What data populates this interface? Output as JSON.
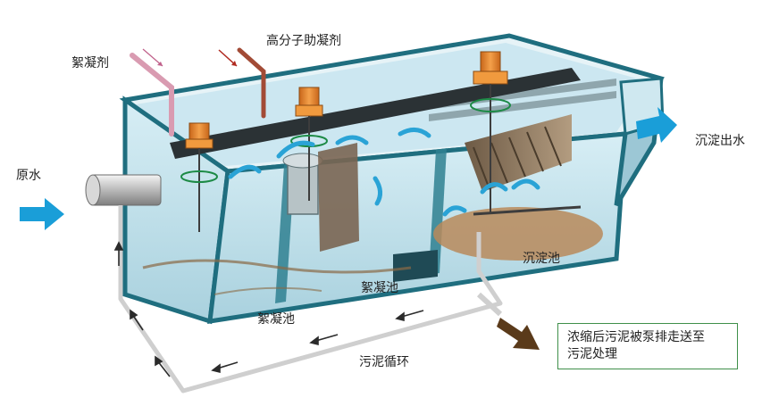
{
  "labels": {
    "flocculant": "絮凝剂",
    "polymer_aid": "高分子助凝剂",
    "raw_water": "原水",
    "effluent": "沉淀出水",
    "settling_tank": "沉淀池",
    "floc_tank_1": "絮凝池",
    "floc_tank_2": "絮凝池",
    "sludge_recycle": "污泥循环"
  },
  "note": {
    "line1": "浓缩后污泥被泵排走送至",
    "line2": "污泥处理"
  },
  "colors": {
    "flow_arrow": "#1a9ed8",
    "tank_wall": "#1f6e7f",
    "water": "#bfe0ea",
    "motor": "#e8872a",
    "sludge": "#b98a5a",
    "note_border": "#3f8f4a"
  }
}
